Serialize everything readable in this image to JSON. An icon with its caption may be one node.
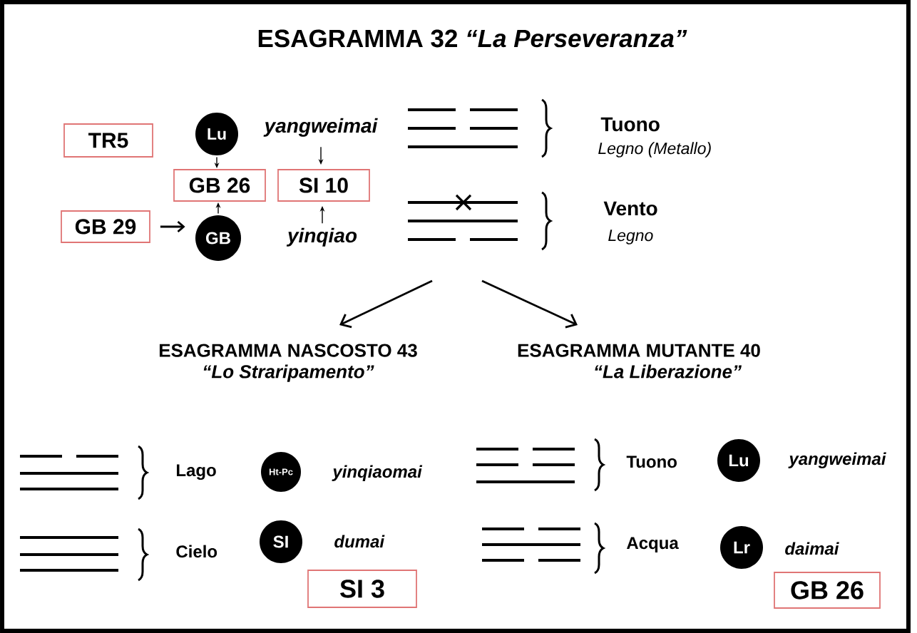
{
  "diagram": {
    "title": "ESAGRAMMA 32 *“La Perseveranza”*",
    "nodes": [
      {
        "text": [
          "TR5"
        ]
      },
      {
        "text": [
          "Lu"
        ]
      },
      {
        "text": [
          "yangweimai"
        ]
      },
      {
        "text": [
          "GB 26"
        ]
      },
      {
        "text": [
          "SI 10"
        ]
      },
      {
        "text": [
          "GB 29"
        ]
      },
      {
        "text": [
          "GB"
        ]
      },
      {
        "text": [
          "yinqiao"
        ]
      },
      {
        "text": [
          "ESAGRAMMA NASCOSTO 43",
          "“Lo Straripamento”"
        ]
      },
      {
        "text": [
          "ESAGRAMMA MUTANTE 40",
          "“La Liberazione”"
        ]
      },
      {
        "text": [
          "Ht-Pc"
        ],
        "beside": [
          "yinqiaomai"
        ]
      },
      {
        "text": [
          "SI"
        ],
        "beside": [
          "dumai"
        ]
      },
      {
        "text": [
          "SI 3"
        ]
      },
      {
        "text": [
          "Lu"
        ],
        "beside": [
          "yangweimai"
        ]
      },
      {
        "text": [
          "Lr"
        ],
        "beside": [
          "daimai"
        ]
      },
      {
        "text": [
          "GB 26"
        ]
      }
    ],
    "edges": [
      {
        "from": 1,
        "to": 3,
        "arrow": "to"
      },
      {
        "from": 2,
        "to": 4,
        "arrow": "to"
      },
      {
        "from": 5,
        "to": 6,
        "arrow": "to"
      },
      {
        "from": 6,
        "to": 3,
        "arrow": "to"
      },
      {
        "from": 7,
        "to": 4,
        "arrow": "to"
      },
      {
        "from": null,
        "to": 8,
        "arrow": "to"
      },
      {
        "from": null,
        "to": 9,
        "arrow": "to"
      }
    ],
    "labels": [
      "Tuono",
      "Legno (Metallo)",
      "Vento",
      "Legno",
      "Lago",
      "Cielo",
      "Tuono",
      "Acqua"
    ]
  }
}
